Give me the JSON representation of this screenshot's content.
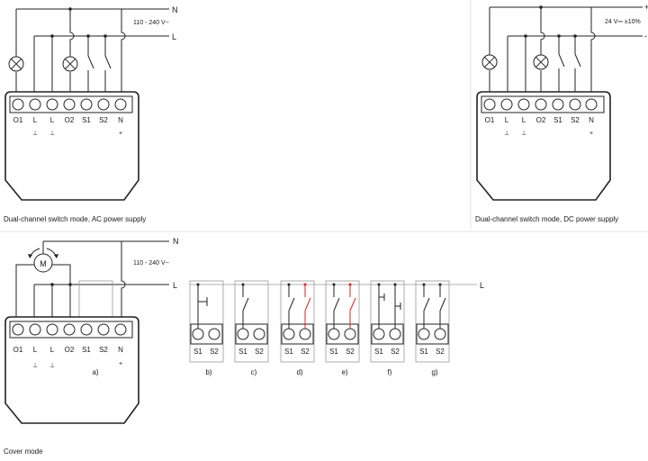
{
  "panels": {
    "ac": {
      "caption": "Dual-channel switch mode, AC power supply",
      "supply": "110 - 240 V~",
      "line_top": "N",
      "line_bottom": "L",
      "terminals": [
        "O1",
        "L",
        "L",
        "O2",
        "S1",
        "S2",
        "N"
      ],
      "symbols": [
        "⊥",
        "⊥",
        "+"
      ]
    },
    "dc": {
      "caption": "Dual-channel switch mode, DC power supply",
      "supply": "24 V⎓ ±10%",
      "line_top": "+",
      "line_bottom": "-",
      "terminals": [
        "O1",
        "L",
        "L",
        "O2",
        "S1",
        "S2",
        "N"
      ],
      "symbols": [
        "⊥",
        "⊥",
        "+"
      ]
    },
    "cover": {
      "caption": "Cover mode",
      "supply": "110 - 240 V~",
      "line_top": "N",
      "line_bottom": "L",
      "motor": "M",
      "terminals": [
        "O1",
        "L",
        "L",
        "O2",
        "S1",
        "S2",
        "N"
      ],
      "symbols": [
        "⊥",
        "⊥",
        "+"
      ],
      "variant_a": "a)"
    }
  },
  "switch_variants": {
    "line_label": "L",
    "terminal_labels": [
      "S1",
      "S2"
    ],
    "labels": [
      "b)",
      "c)",
      "d)",
      "e)",
      "f)",
      "g)"
    ]
  },
  "colors": {
    "wire": "#222222",
    "highlight": "#dd2222",
    "divider": "#e6e6e6"
  }
}
